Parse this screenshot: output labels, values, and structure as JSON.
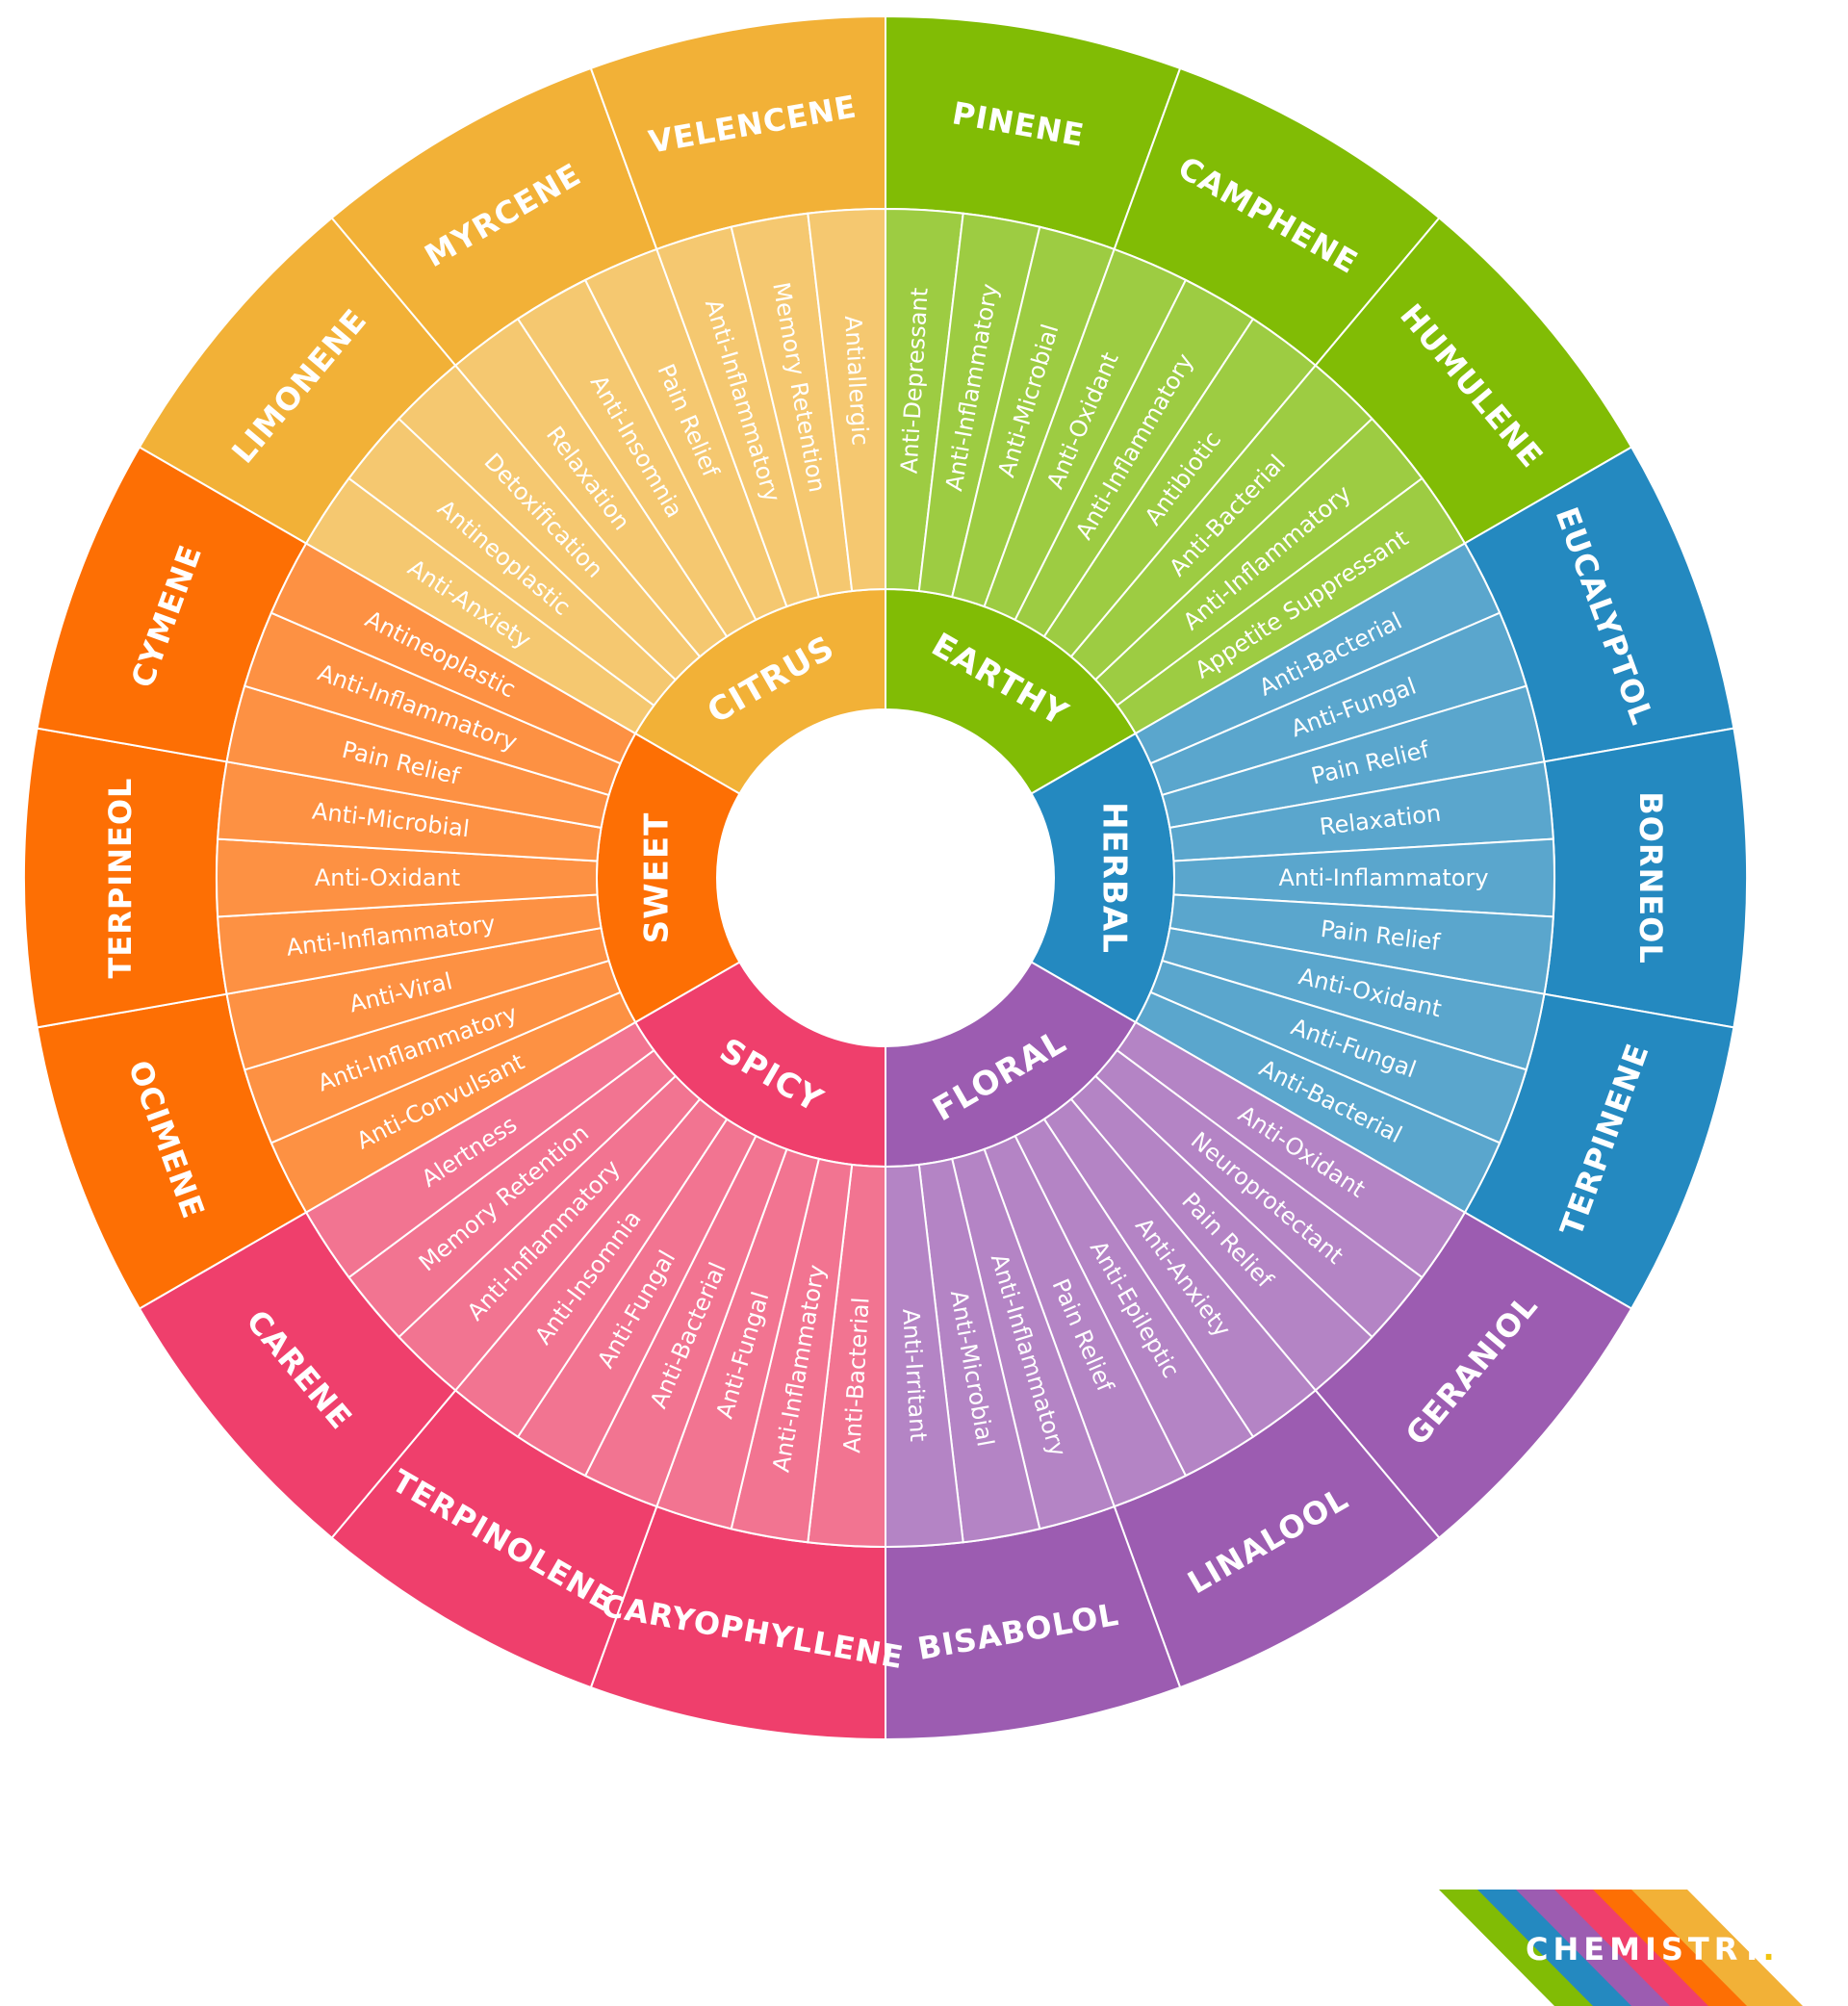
{
  "wheel": {
    "categories": [
      {
        "name": "EARTHY",
        "colors": {
          "outer": "#81bc05",
          "middle": "#9dcc42",
          "inner": "#81bc05"
        },
        "terpenes": [
          {
            "name": "PINENE",
            "effects": [
              "Anti-Depressant",
              "Anti-Inflammatory",
              "Anti-Microbial"
            ]
          },
          {
            "name": "CAMPHENE",
            "effects": [
              "Anti-Oxidant",
              "Anti-Inflammatory",
              "Antibiotic"
            ]
          },
          {
            "name": "HUMULENE",
            "effects": [
              "Anti-Bacterial",
              "Anti-Inflammatory",
              "Appetite Suppressant"
            ]
          }
        ]
      },
      {
        "name": "HERBAL",
        "colors": {
          "outer": "#2489c0",
          "middle": "#5aa6cd",
          "inner": "#2489c0"
        },
        "terpenes": [
          {
            "name": "EUCALYPTOL",
            "effects": [
              "Anti-Bacterial",
              "Anti-Fungal",
              "Pain Relief"
            ]
          },
          {
            "name": "BORNEOL",
            "effects": [
              "Relaxation",
              "Anti-Inflammatory",
              "Pain Relief"
            ]
          },
          {
            "name": "TERPINENE",
            "effects": [
              "Anti-Oxidant",
              "Anti-Fungal",
              "Anti-Bacterial"
            ]
          }
        ]
      },
      {
        "name": "FLORAL",
        "colors": {
          "outer": "#9c5cb1",
          "middle": "#b484c5",
          "inner": "#9c5cb1"
        },
        "terpenes": [
          {
            "name": "GERANIOL",
            "effects": [
              "Anti-Oxidant",
              "Neuroprotectant",
              "Pain Relief"
            ]
          },
          {
            "name": "LINALOOL",
            "effects": [
              "Anti-Anxiety",
              "Anti-Epileptic",
              "Pain Relief"
            ]
          },
          {
            "name": "BISABOLOL",
            "effects": [
              "Anti-Inflammatory",
              "Anti-Microbial",
              "Anti-Irritant"
            ]
          }
        ]
      },
      {
        "name": "SPICY",
        "colors": {
          "outer": "#ef3f6c",
          "middle": "#f27491",
          "inner": "#ef3f6c"
        },
        "terpenes": [
          {
            "name": "CARYOPHYLLENE",
            "effects": [
              "Anti-Bacterial",
              "Anti-Inflammatory",
              "Anti-Fungal"
            ]
          },
          {
            "name": "TERPINOLENE",
            "effects": [
              "Anti-Bacterial",
              "Anti-Fungal",
              "Anti-Insomnia"
            ]
          },
          {
            "name": "CARENE",
            "effects": [
              "Anti-Inflammatory",
              "Memory Retention",
              "Alertness"
            ]
          }
        ]
      },
      {
        "name": "SWEET",
        "colors": {
          "outer": "#fd6f04",
          "middle": "#fd9143",
          "inner": "#fd6f04"
        },
        "terpenes": [
          {
            "name": "OCIMENE",
            "effects": [
              "Anti-Convulsant",
              "Anti-Inflammatory",
              "Anti-Viral"
            ]
          },
          {
            "name": "TERPINEOL",
            "effects": [
              "Anti-Inflammatory",
              "Anti-Oxidant",
              "Anti-Microbial"
            ]
          },
          {
            "name": "CYMENE",
            "effects": [
              "Pain Relief",
              "Anti-Inflammatory",
              "Antineoplastic"
            ]
          }
        ]
      },
      {
        "name": "CITRUS",
        "colors": {
          "outer": "#f2b137",
          "middle": "#f5c870",
          "inner": "#f2b137"
        },
        "terpenes": [
          {
            "name": "LIMONENE",
            "effects": [
              "Anti-Anxiety",
              "Antineoplastic",
              "Detoxification"
            ]
          },
          {
            "name": "MYRCENE",
            "effects": [
              "Relaxation",
              "Anti-Insomnia",
              "Pain Relief"
            ]
          },
          {
            "name": "VELENCENE",
            "effects": [
              "Anti-Inflammatory",
              "Memory Retention",
              "Antiallergic"
            ]
          }
        ]
      }
    ]
  },
  "brand": {
    "name": "CHEMISTRY",
    "mark": ".",
    "stripe_colors": [
      "#81bc05",
      "#2489c0",
      "#9c5cb1",
      "#ef3f6c",
      "#fd6f04",
      "#f2b137"
    ]
  }
}
